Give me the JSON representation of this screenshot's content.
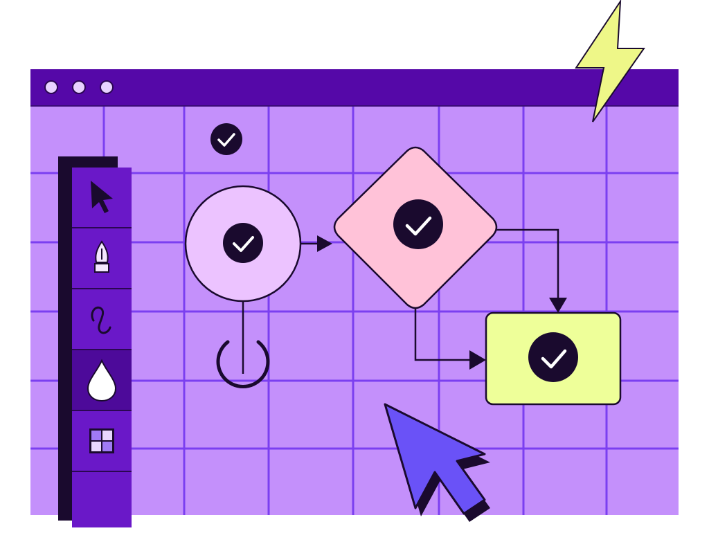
{
  "colors": {
    "canvas": "#c490fb",
    "titlebar": "#5508a8",
    "grid_line": "#7b3ff0",
    "toolbar": "#6a18c8",
    "toolbar_active": "#4d0a9a",
    "circle_node": "#ecc3ff",
    "diamond_node": "#ffc2d8",
    "rect_node": "#eeff99",
    "lightning": "#eef788",
    "cursor": "#6a52f7"
  },
  "window": {
    "controls": [
      "dot-1",
      "dot-2",
      "dot-3"
    ]
  },
  "toolbar": {
    "tools": [
      {
        "name": "tool-select",
        "icon": "arrow-pointer-icon"
      },
      {
        "name": "tool-pen",
        "icon": "pen-nib-icon"
      },
      {
        "name": "tool-curve",
        "icon": "curve-icon"
      },
      {
        "name": "tool-fill",
        "icon": "drop-icon",
        "active": true
      },
      {
        "name": "tool-layout",
        "icon": "grid-icon"
      }
    ]
  },
  "flow": {
    "nodes": [
      "start-circle",
      "decision-diamond",
      "process-rect",
      "end-power"
    ],
    "status": "check-icon"
  }
}
